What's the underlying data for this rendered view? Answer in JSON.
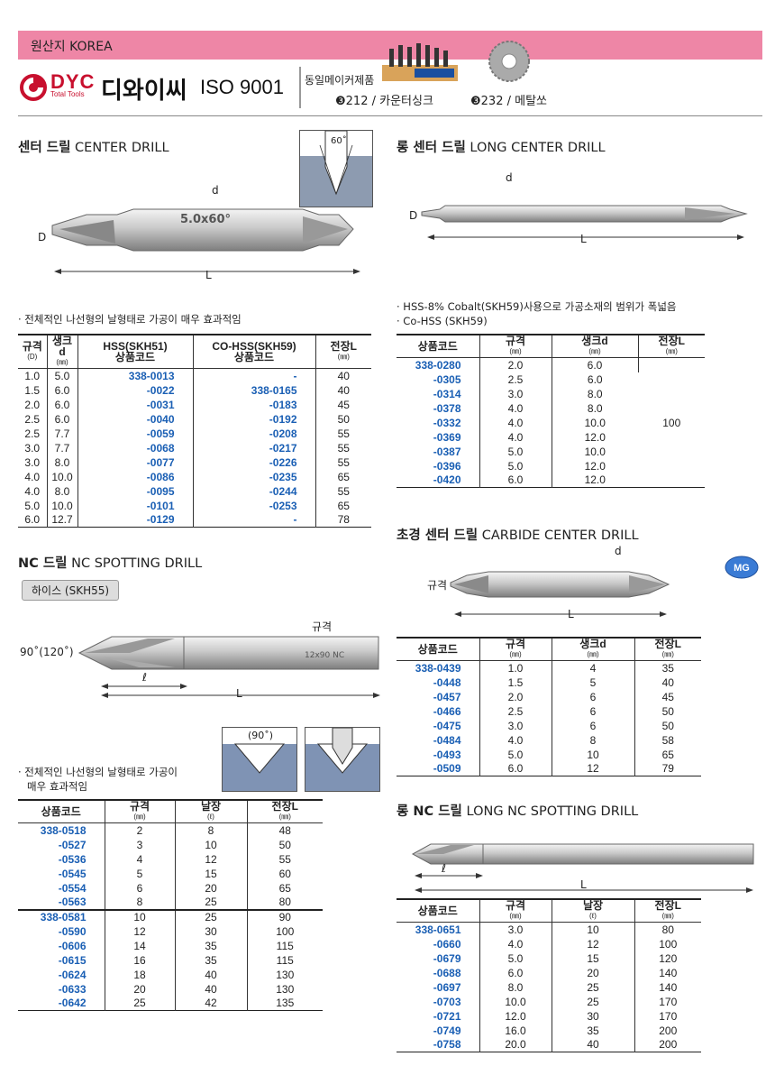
{
  "header": {
    "origin": "원산지 KOREA",
    "brand": "DYC",
    "brand_sub": "Total Tools",
    "brand_ko": "디와이씨",
    "iso": "ISO 9001",
    "same_maker": "동일메이커제품",
    "ref1_num": "❸212",
    "ref1_name": "/ 카운터싱크",
    "ref2_num": "❸232",
    "ref2_name": "/ 메탈쏘"
  },
  "center_drill": {
    "title_ko": "센터 드릴",
    "title_en": "CENTER DRILL",
    "angle": "60˚",
    "label_d": "d",
    "label_D": "D",
    "label_L": "L",
    "engraving": "5.0x60°",
    "note": "· 전체적인 나선형의 날형태로 가공이 매우 효과적임",
    "headers": {
      "spec": "규격",
      "spec_sub": "(D)",
      "shank": "생크d",
      "shank_sub": "(㎜)",
      "hss": "HSS(SKH51)",
      "hss_code": "상품코드",
      "cohss": "CO-HSS(SKH59)",
      "cohss_code": "상품코드",
      "length": "전장L",
      "length_sub": "(㎜)"
    },
    "rows": [
      [
        "1.0",
        "5.0",
        "338-0013",
        "-",
        "40"
      ],
      [
        "1.5",
        "6.0",
        "-0022",
        "338-0165",
        "40"
      ],
      [
        "2.0",
        "6.0",
        "-0031",
        "-0183",
        "45"
      ],
      [
        "2.5",
        "6.0",
        "-0040",
        "-0192",
        "50"
      ],
      [
        "2.5",
        "7.7",
        "-0059",
        "-0208",
        "55"
      ],
      [
        "3.0",
        "7.7",
        "-0068",
        "-0217",
        "55"
      ],
      [
        "3.0",
        "8.0",
        "-0077",
        "-0226",
        "55"
      ],
      [
        "4.0",
        "10.0",
        "-0086",
        "-0235",
        "65"
      ],
      [
        "4.0",
        "8.0",
        "-0095",
        "-0244",
        "55"
      ],
      [
        "5.0",
        "10.0",
        "-0101",
        "-0253",
        "65"
      ],
      [
        "6.0",
        "12.7",
        "-0129",
        "-",
        "78"
      ]
    ]
  },
  "long_center_drill": {
    "title_ko": "롱 센터 드릴",
    "title_en": "LONG CENTER DRILL",
    "label_d": "d",
    "label_D": "D",
    "label_L": "L",
    "note1": "· HSS-8% Cobalt(SKH59)사용으로 가공소재의 범위가 폭넓음",
    "note2": "· Co-HSS (SKH59)",
    "headers": {
      "code": "상품코드",
      "spec": "규격",
      "spec_sub": "(㎜)",
      "shank": "생크d",
      "shank_sub": "(㎜)",
      "length": "전장L",
      "length_sub": "(㎜)"
    },
    "length_value": "100",
    "rows": [
      [
        "338-0280",
        "2.0",
        "6.0"
      ],
      [
        "-0305",
        "2.5",
        "6.0"
      ],
      [
        "-0314",
        "3.0",
        "8.0"
      ],
      [
        "-0378",
        "4.0",
        "8.0"
      ],
      [
        "-0332",
        "4.0",
        "10.0"
      ],
      [
        "-0369",
        "4.0",
        "12.0"
      ],
      [
        "-0387",
        "5.0",
        "10.0"
      ],
      [
        "-0396",
        "5.0",
        "12.0"
      ],
      [
        "-0420",
        "6.0",
        "12.0"
      ]
    ]
  },
  "carbide_center_drill": {
    "title_ko": "초경 센터 드릴",
    "title_en": "CARBIDE CENTER DRILL",
    "label_d": "d",
    "label_spec": "규격",
    "label_L": "L",
    "mg_badge": "MG",
    "headers": {
      "code": "상품코드",
      "spec": "규격",
      "spec_sub": "(㎜)",
      "shank": "생크d",
      "shank_sub": "(㎜)",
      "length": "전장L",
      "length_sub": "(㎜)"
    },
    "rows": [
      [
        "338-0439",
        "1.0",
        "4",
        "35"
      ],
      [
        "-0448",
        "1.5",
        "5",
        "40"
      ],
      [
        "-0457",
        "2.0",
        "6",
        "45"
      ],
      [
        "-0466",
        "2.5",
        "6",
        "50"
      ],
      [
        "-0475",
        "3.0",
        "6",
        "50"
      ],
      [
        "-0484",
        "4.0",
        "8",
        "58"
      ],
      [
        "-0493",
        "5.0",
        "10",
        "65"
      ],
      [
        "-0509",
        "6.0",
        "12",
        "79"
      ]
    ]
  },
  "nc_spotting_drill": {
    "title_ko": "NC 드릴",
    "title_en": "NC SPOTTING DRILL",
    "badge": "하이스 (SKH55)",
    "angle_label": "90˚(120˚)",
    "label_spec": "규격",
    "label_l": "ℓ",
    "label_L": "L",
    "engraving": "12x90 NC",
    "angle_box": "(90˚)",
    "note1": "· 전체적인 나선형의 날형태로 가공이",
    "note2": "매우 효과적임",
    "headers": {
      "code": "상품코드",
      "spec": "규격",
      "spec_sub": "(㎜)",
      "flute": "날장",
      "flute_sub": "(ℓ)",
      "length": "전장L",
      "length_sub": "(㎜)"
    },
    "rows": [
      [
        "338-0518",
        "2",
        "8",
        "48"
      ],
      [
        "-0527",
        "3",
        "10",
        "50"
      ],
      [
        "-0536",
        "4",
        "12",
        "55"
      ],
      [
        "-0545",
        "5",
        "15",
        "60"
      ],
      [
        "-0554",
        "6",
        "20",
        "65"
      ],
      [
        "-0563",
        "8",
        "25",
        "80"
      ],
      [
        "338-0581",
        "10",
        "25",
        "90"
      ],
      [
        "-0590",
        "12",
        "30",
        "100"
      ],
      [
        "-0606",
        "14",
        "35",
        "115"
      ],
      [
        "-0615",
        "16",
        "35",
        "115"
      ],
      [
        "-0624",
        "18",
        "40",
        "130"
      ],
      [
        "-0633",
        "20",
        "40",
        "130"
      ],
      [
        "-0642",
        "25",
        "42",
        "135"
      ]
    ]
  },
  "long_nc_spotting_drill": {
    "title_ko": "롱 NC 드릴",
    "title_en": "LONG NC SPOTTING DRILL",
    "label_l": "ℓ",
    "label_L": "L",
    "headers": {
      "code": "상품코드",
      "spec": "규격",
      "spec_sub": "(㎜)",
      "flute": "날장",
      "flute_sub": "(ℓ)",
      "length": "전장L",
      "length_sub": "(㎜)"
    },
    "rows": [
      [
        "338-0651",
        "3.0",
        "10",
        "80"
      ],
      [
        "-0660",
        "4.0",
        "12",
        "100"
      ],
      [
        "-0679",
        "5.0",
        "15",
        "120"
      ],
      [
        "-0688",
        "6.0",
        "20",
        "140"
      ],
      [
        "-0697",
        "8.0",
        "25",
        "140"
      ],
      [
        "-0703",
        "10.0",
        "25",
        "170"
      ],
      [
        "-0721",
        "12.0",
        "30",
        "170"
      ],
      [
        "-0749",
        "16.0",
        "35",
        "200"
      ],
      [
        "-0758",
        "20.0",
        "40",
        "200"
      ]
    ]
  }
}
